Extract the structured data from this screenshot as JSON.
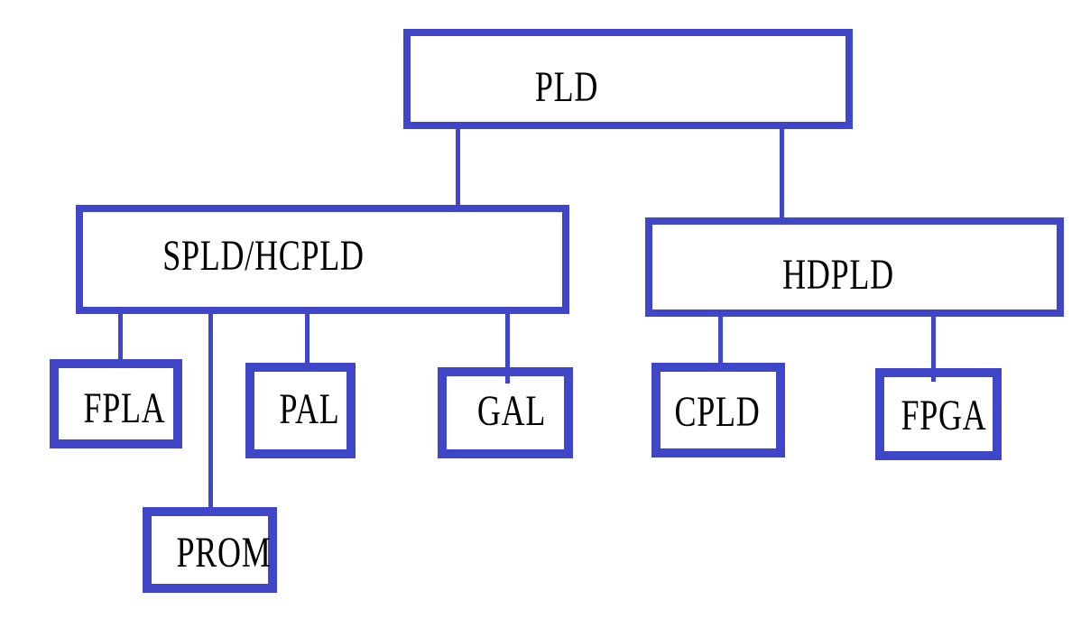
{
  "diagram": {
    "background": "#ffffff",
    "line_color": "#3f46c8",
    "text_color": "#000000",
    "nodes": {
      "pld": {
        "label": "PLD"
      },
      "spld_hcpld": {
        "label": "SPLD/HCPLD"
      },
      "hdpld": {
        "label": "HDPLD"
      },
      "fpla": {
        "label": "FPLA"
      },
      "prom": {
        "label": "PROM"
      },
      "pal": {
        "label": "PAL"
      },
      "gal": {
        "label": "GAL"
      },
      "cpld": {
        "label": "CPLD"
      },
      "fpga": {
        "label": "FPGA"
      }
    },
    "edges": [
      {
        "from": "pld",
        "to": "spld_hcpld"
      },
      {
        "from": "pld",
        "to": "hdpld"
      },
      {
        "from": "spld_hcpld",
        "to": "fpla"
      },
      {
        "from": "spld_hcpld",
        "to": "prom"
      },
      {
        "from": "spld_hcpld",
        "to": "pal"
      },
      {
        "from": "spld_hcpld",
        "to": "gal"
      },
      {
        "from": "hdpld",
        "to": "cpld"
      },
      {
        "from": "hdpld",
        "to": "fpga"
      }
    ]
  }
}
